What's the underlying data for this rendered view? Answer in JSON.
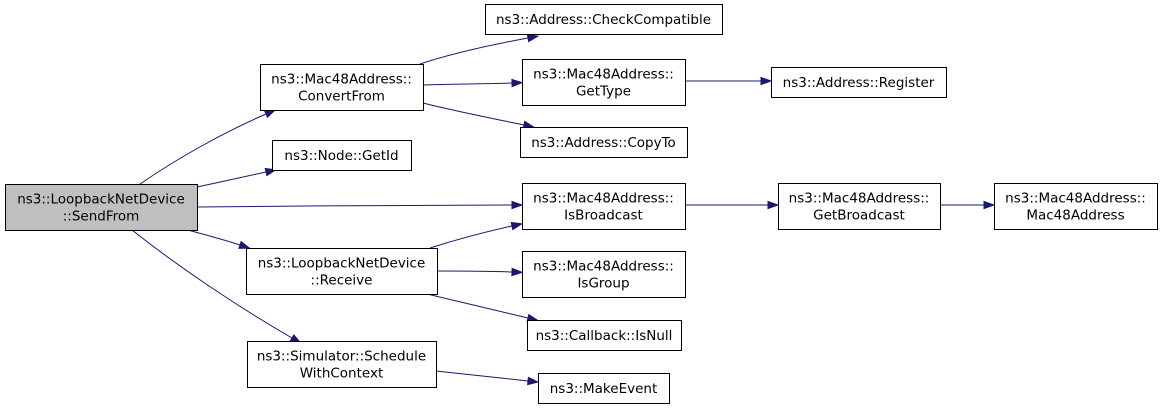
{
  "nodes": {
    "sendfrom": [
      "ns3::LoopbackNetDevice",
      "::SendFrom"
    ],
    "convertfrom": [
      "ns3::Mac48Address::",
      "ConvertFrom"
    ],
    "getid": [
      "ns3::Node::GetId"
    ],
    "receive": [
      "ns3::LoopbackNetDevice",
      "::Receive"
    ],
    "schedule": [
      "ns3::Simulator::Schedule",
      "WithContext"
    ],
    "checkcompatible": [
      "ns3::Address::CheckCompatible"
    ],
    "gettype": [
      "ns3::Mac48Address::",
      "GetType"
    ],
    "copyto": [
      "ns3::Address::CopyTo"
    ],
    "isbroadcast": [
      "ns3::Mac48Address::",
      "IsBroadcast"
    ],
    "isgroup": [
      "ns3::Mac48Address::",
      "IsGroup"
    ],
    "isnull": [
      "ns3::Callback::IsNull"
    ],
    "makeevent": [
      "ns3::MakeEvent"
    ],
    "register": [
      "ns3::Address::Register"
    ],
    "getbroadcast": [
      "ns3::Mac48Address::",
      "GetBroadcast"
    ],
    "mac48address": [
      "ns3::Mac48Address::",
      "Mac48Address"
    ]
  },
  "edges": [
    [
      "sendfrom",
      "convertfrom"
    ],
    [
      "sendfrom",
      "getid"
    ],
    [
      "sendfrom",
      "isbroadcast"
    ],
    [
      "sendfrom",
      "receive"
    ],
    [
      "sendfrom",
      "schedule"
    ],
    [
      "convertfrom",
      "checkcompatible"
    ],
    [
      "convertfrom",
      "gettype"
    ],
    [
      "convertfrom",
      "copyto"
    ],
    [
      "gettype",
      "register"
    ],
    [
      "isbroadcast",
      "getbroadcast"
    ],
    [
      "getbroadcast",
      "mac48address"
    ],
    [
      "receive",
      "isbroadcast"
    ],
    [
      "receive",
      "isgroup"
    ],
    [
      "receive",
      "isnull"
    ],
    [
      "schedule",
      "makeevent"
    ]
  ],
  "colors": {
    "edge": "#191970",
    "root_fill": "#bfbfbf",
    "node_fill": "#ffffff",
    "node_border": "#000000"
  }
}
